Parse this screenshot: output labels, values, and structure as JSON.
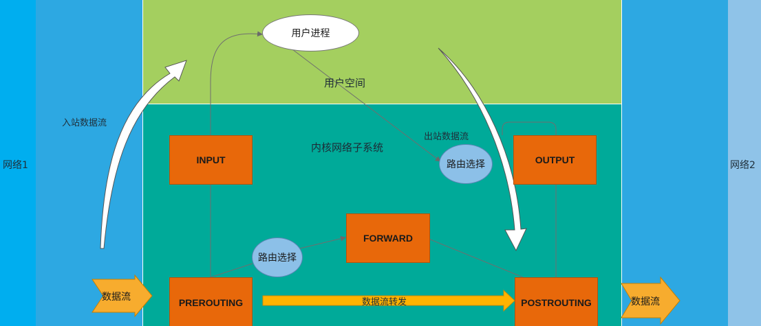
{
  "regions": {
    "network1": "网络1",
    "network2": "网络2",
    "user_space": "用户空间",
    "kernel_subsystem": "内核网络子系统"
  },
  "flow_labels": {
    "inbound": "入站数据流",
    "outbound": "出站数据流",
    "forward_flow": "数据流转发",
    "data_in": "数据流",
    "data_out": "数据流"
  },
  "nodes": {
    "user_process": "用户进程",
    "route_top": "路由选择",
    "route_bottom": "路由选择",
    "input": "INPUT",
    "output": "OUTPUT",
    "forward": "FORWARD",
    "prerouting": "PREROUTING",
    "postrouting": "POSTROUTING"
  },
  "colors": {
    "network1_bg": "#00AEEF",
    "side_bg": "#2DA8E2",
    "network2_bg": "#8FC3E8",
    "user_space_bg": "#A4CF5F",
    "kernel_bg": "#00AA99",
    "chain_fill": "#E8680A",
    "route_fill": "#8CC0E8",
    "flow_arrow": "#FFB300"
  }
}
